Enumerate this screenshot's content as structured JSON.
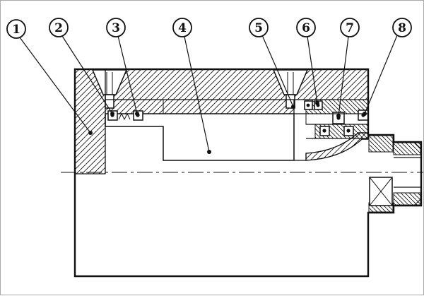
{
  "figure": {
    "kind": "sectional-assembly-drawing",
    "callouts": [
      {
        "label": "1"
      },
      {
        "label": "2"
      },
      {
        "label": "3"
      },
      {
        "label": "4"
      },
      {
        "label": "5"
      },
      {
        "label": "6"
      },
      {
        "label": "7"
      },
      {
        "label": "8"
      }
    ],
    "colors": {
      "line": "#111111",
      "background": "#ffffff"
    }
  }
}
